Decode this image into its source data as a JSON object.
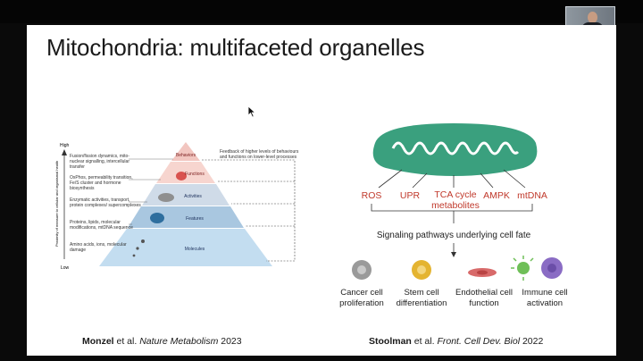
{
  "slide": {
    "title": "Mitochondria: multifaceted organelles"
  },
  "presenter": {
    "overlay_label": "",
    "name_label": ""
  },
  "pyramid_figure": {
    "axis_top": "High",
    "axis_bottom": "Low",
    "axis_title": "Proximity of measure to cellular and organismal health",
    "levels": [
      {
        "label": "Behaviors",
        "color": "#f2c6c0"
      },
      {
        "label": "Functions",
        "color": "#f7d5cf"
      },
      {
        "label": "Activities",
        "color": "#cfdbe8"
      },
      {
        "label": "Features",
        "color": "#a9c7e0"
      },
      {
        "label": "Molecules",
        "color": "#c3ddf0"
      }
    ],
    "descriptions": [
      "Fusion/fission dynamics, mito-nuclear signalling, intercellular transfer",
      "OxPhos, permeability transition, Fe/S cluster and hormone biosynthesis",
      "Enzymatic activities, transport, protein complexes/ supercomplexes",
      "Proteins, lipids, molecular modifications, mtDNA sequence",
      "Amino acids, ions, molecular damage"
    ],
    "feedback_note": "Feedback of higher levels of behaviours and functions on lower-level processes"
  },
  "signaling_figure": {
    "mito_color": "#3aa07e",
    "signals": [
      "ROS",
      "UPR",
      "TCA cycle metabolites",
      "AMPK",
      "mtDNA"
    ],
    "signal_color": "#c0392b",
    "pathway_label": "Signaling pathways underlying cell fate",
    "fates": [
      {
        "label": "Cancer cell proliferation",
        "icon": "cancer-cell-icon",
        "color": "#9a9a9a"
      },
      {
        "label": "Stem cell differentiation",
        "icon": "stem-cell-icon",
        "color": "#e4b431"
      },
      {
        "label": "Endothelial cell function",
        "icon": "endothelial-cell-icon",
        "color": "#d86a6a"
      },
      {
        "label": "Immune cell activation",
        "icon": "immune-cell-icon",
        "color": "#8a6cc4"
      }
    ]
  },
  "citations": {
    "left": {
      "author": "Monzel",
      "rest": " et al. ",
      "journal": "Nature Metabolism",
      "year": " 2023"
    },
    "right": {
      "author": "Stoolman",
      "rest": " et al. ",
      "journal": "Front. Cell Dev. Biol",
      "year": " 2022"
    }
  }
}
